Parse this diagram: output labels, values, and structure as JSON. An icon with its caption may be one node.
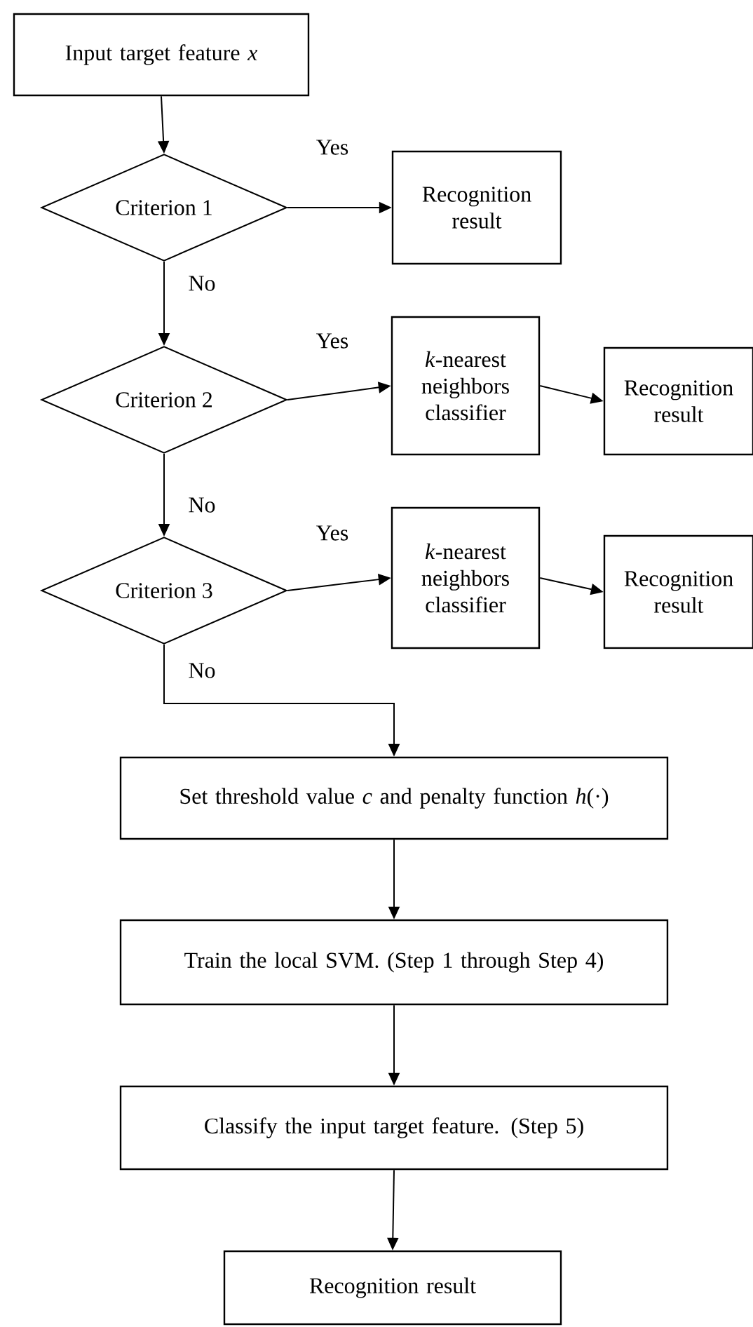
{
  "diagram": {
    "nodes": [
      {
        "text": [
          "Input target feature *x*"
        ]
      },
      {
        "text": [
          "Criterion 1"
        ]
      },
      {
        "text": [
          "Recognition result"
        ]
      },
      {
        "text": [
          "Criterion 2"
        ]
      },
      {
        "text": [
          "*k*-nearest neighbors classifier"
        ]
      },
      {
        "text": [
          "Recognition result"
        ]
      },
      {
        "text": [
          "Criterion 3"
        ]
      },
      {
        "text": [
          "*k*-nearest neighbors classifier"
        ]
      },
      {
        "text": [
          "Recognition result"
        ]
      },
      {
        "text": [
          "Set threshold value *c* and penalty function *h*(·)"
        ]
      },
      {
        "text": [
          "Train the local SVM. (Step 1 through Step 4)"
        ]
      },
      {
        "text": [
          "Classify the input target feature. (Step 5)"
        ]
      },
      {
        "text": [
          "Recognition result"
        ]
      }
    ],
    "edges": [
      {
        "from": 0,
        "to": 1,
        "arrow": "to"
      },
      {
        "from": 1,
        "to": 2,
        "arrow": "to",
        "label": "Yes"
      },
      {
        "from": 1,
        "to": 3,
        "arrow": "to",
        "label": "No"
      },
      {
        "from": 3,
        "to": 4,
        "arrow": "to",
        "label": "Yes"
      },
      {
        "from": 4,
        "to": 5,
        "arrow": "to"
      },
      {
        "from": 3,
        "to": 6,
        "arrow": "to",
        "label": "No"
      },
      {
        "from": 6,
        "to": 7,
        "arrow": "to",
        "label": "Yes"
      },
      {
        "from": 7,
        "to": 8,
        "arrow": "to"
      },
      {
        "from": 6,
        "to": 9,
        "arrow": "to",
        "label": "No"
      },
      {
        "from": 9,
        "to": 10,
        "arrow": "to"
      },
      {
        "from": 10,
        "to": 11,
        "arrow": "to"
      },
      {
        "from": 11,
        "to": 12,
        "arrow": "to"
      }
    ]
  }
}
